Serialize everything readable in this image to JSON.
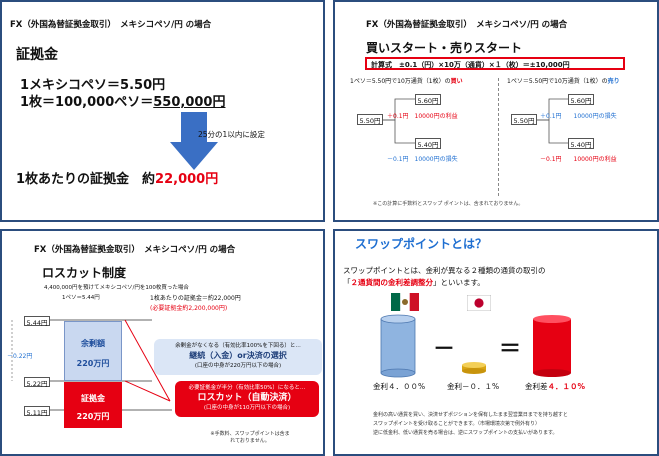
{
  "slide1": {
    "header": "FX（外国為替証拠金取引）　メキシコペソ/円 の場合",
    "title": "証拠金",
    "line1": "1メキシコペソ＝5.50円",
    "line2_prefix": "1枚＝100,000ペソ＝",
    "line2_value": "550,000円",
    "arrow_label": "25分の1以内に設定",
    "result_prefix": "1枚あたりの証拠金　約",
    "result_value": "22,000円"
  },
  "slide2": {
    "header": "FX（外国為替証拠金取引）　メキシコペソ/円 の場合",
    "title": "買いスタート・売りスタート",
    "formula": "計算式　±0.1（円）×10万（通貨）×１（枚）＝±10,000円",
    "left_caption_prefix": "1ペソ＝5.50円で10万通貨（1枚）の",
    "left_caption_action": "買い",
    "right_caption_prefix": "1ペソ＝5.50円で10万通貨（1枚）の",
    "right_caption_action": "売り",
    "left": {
      "start": "5.50円",
      "up": "5.60円",
      "down": "5.40円",
      "up_text": "＋0.1円　10000円の利益",
      "down_text": "－0.1円　10000円の損失"
    },
    "right": {
      "start": "5.50円",
      "up": "5.60円",
      "down": "5.40円",
      "up_text": "＋0.1円　　10000円の損失",
      "down_text": "－0.1円　　10000円の利益"
    },
    "note": "※この計算に手数料とスワップ ポイントは、含まれておりません。"
  },
  "slide3": {
    "header": "FX（外国為替証拠金取引）　メキシコペソ/円 の場合",
    "title": "ロスカット制度",
    "sub1": "4,400,000円を預けてメキシコペソ/円を100枚買った場合",
    "sub2": "1ペソ＝5.44円",
    "margin_line1": "1枚あたりの証拠金＝約22,000円",
    "margin_line2": "(必要証拠金約2,200,000円)",
    "price_top": "5.44円",
    "price_mid": "5.22円",
    "price_bottom": "5.11円",
    "drop": "－0.22円",
    "surplus_label": "余剰額",
    "surplus_value": "220万円",
    "margin_label": "証拠金",
    "margin_value": "220万円",
    "callout1_line1": "余剰金がなくなる（有効比率100%を下回る）と…",
    "callout1_line2": "継続（入金）or決済の選択",
    "callout1_line3": "(口座の中身が220万円以下の場合)",
    "callout2_line1": "必要証拠金が半分（有効比率50%）になると…",
    "callout2_line2": "ロスカット（自動決済）",
    "callout2_line3": "(口座の中身が110万円以下の場合)",
    "note": "※手数料、スワップポイントは含まれておりません。"
  },
  "slide4": {
    "title": "スワップポイントとは？",
    "desc1": "スワップポイントとは、金利が異なる２種類の通貨の取引の",
    "desc2_open": "「",
    "desc2_emph": "２通貨間の金利差調整分",
    "desc2_close": "」といいます。",
    "minus": "－",
    "equals": "＝",
    "mx_rate": "金利４．００%",
    "jp_rate": "金利－０．１%",
    "diff_prefix": "金利差",
    "diff_value": "４．１０%",
    "foot1": "金利の高い通貨を買い、決済せずポジションを保有したまま翌営業日までを持ち越すと",
    "foot2": "スワップポイントを受け取ることができます。（市場環境次第で例外有り）",
    "foot3": "逆に低金利、低い通貨を売る場合は、逆にスワップポイントの支払いがあります。"
  }
}
